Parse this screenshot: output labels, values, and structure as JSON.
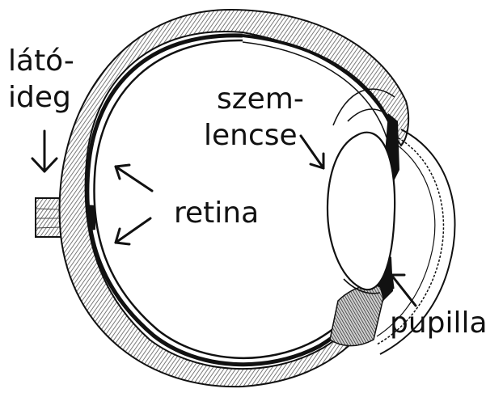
{
  "colors": {
    "ink": "#111111",
    "background": "#ffffff",
    "hatch": "#8a8a8a",
    "lens_fill": "#ffffff"
  },
  "labels": {
    "optic_nerve_line1": "látó-",
    "optic_nerve_line2": "ideg",
    "lens_line1": "szem-",
    "lens_line2": "lencse",
    "retina": "retina",
    "pupil": "pupilla"
  }
}
